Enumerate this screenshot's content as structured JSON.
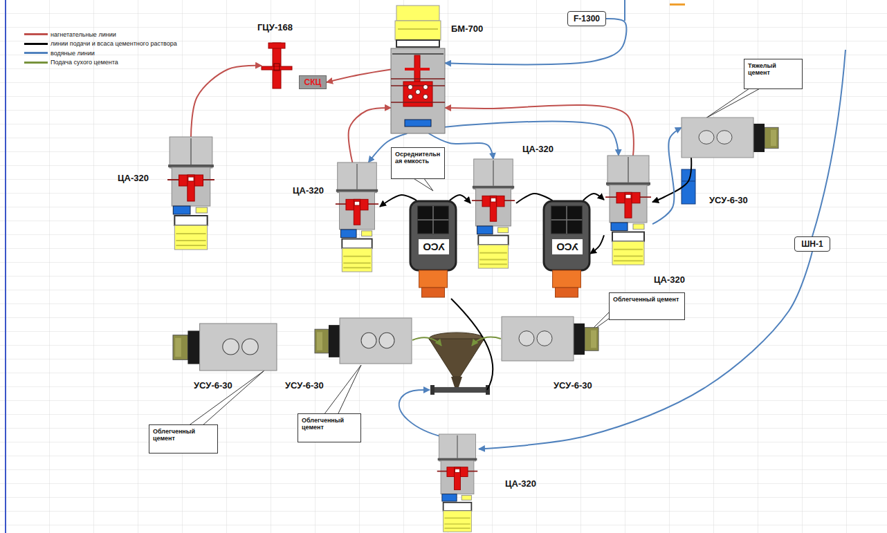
{
  "diagram": {
    "nodes": [
      {
        "text": [
          "ГЦУ-168"
        ]
      },
      {
        "text": [
          "СКЦ"
        ]
      },
      {
        "text": [
          "БМ-700"
        ]
      },
      {
        "text": [
          "F-1300"
        ]
      },
      {
        "text": [
          "ЦА-320"
        ]
      },
      {
        "text": [
          "ЦА-320"
        ]
      },
      {
        "text": [
          "Осреднительная емкость"
        ]
      },
      {
        "text": [
          "УСО"
        ]
      },
      {
        "text": [
          "ЦА-320"
        ]
      },
      {
        "text": [
          "УСО"
        ]
      },
      {
        "text": [
          "ЦА-320"
        ]
      },
      {
        "text": [
          "Тяжелый цемент"
        ]
      },
      {
        "text": [
          "УСУ-6-30"
        ]
      },
      {
        "text": [
          "ШН-1"
        ]
      },
      {
        "text": [
          "УСУ-6-30"
        ]
      },
      {
        "text": [
          "Облегченный цемент"
        ]
      },
      {
        "text": [
          "УСУ-6-30"
        ]
      },
      {
        "text": [
          "Облегченный цемент"
        ]
      },
      {
        "text": [
          "УСУ-6-30"
        ]
      },
      {
        "text": [
          "Облегченный цемент"
        ]
      },
      {
        "text": [
          "ЦА-320"
        ]
      }
    ],
    "edges": [
      {
        "from": 4,
        "to": 0,
        "arrow": "to"
      },
      {
        "from": 2,
        "to": 1,
        "arrow": "to"
      },
      {
        "from": 3,
        "to": 2,
        "arrow": "to"
      },
      {
        "from": 5,
        "to": 2,
        "arrow": "to"
      },
      {
        "from": 2,
        "to": 5,
        "arrow": "to"
      },
      {
        "from": 2,
        "to": 8,
        "arrow": "to"
      },
      {
        "from": 10,
        "to": 2,
        "arrow": "to"
      },
      {
        "from": 2,
        "to": 10,
        "arrow": "to"
      },
      {
        "from": 7,
        "to": 5,
        "arrow": "to"
      },
      {
        "from": 7,
        "to": 8,
        "arrow": "to"
      },
      {
        "from": 8,
        "to": 9,
        "arrow": "none"
      },
      {
        "from": 9,
        "to": 10,
        "arrow": "to"
      },
      {
        "from": 10,
        "to": 9,
        "arrow": "to"
      },
      {
        "from": 12,
        "to": 10,
        "arrow": "to"
      },
      {
        "from": 10,
        "to": 12,
        "arrow": "to"
      },
      {
        "from": 13,
        "to": 20,
        "arrow": "to"
      }
    ],
    "legend": [
      {
        "text": "нагнетательные линии",
        "color": "#c0504d"
      },
      {
        "text": "линии подачи и всаса цементного раствора",
        "color": "#000000"
      },
      {
        "text": "водяные линии",
        "color": "#4f81bd"
      },
      {
        "text": "Подача сухого цемента",
        "color": "#77933c"
      }
    ]
  }
}
